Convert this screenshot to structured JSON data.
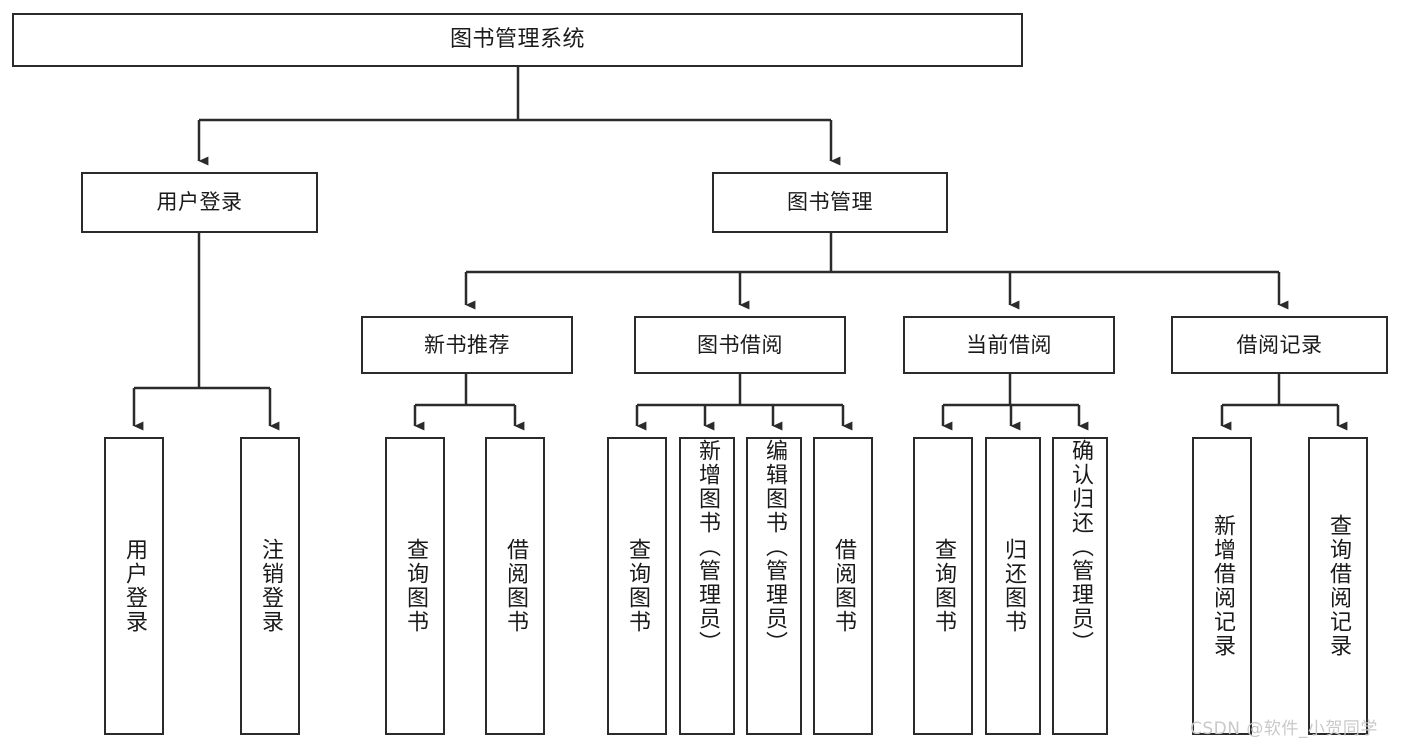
{
  "diagram": {
    "title": "图书管理系统",
    "watermark": "CSDN @软件_小贺同学",
    "stroke_color": "#2b2b2b",
    "fill_color": "#ffffff",
    "text_color": "#1a1a1a",
    "watermark_color": "#c9c9c9"
  },
  "nodes": {
    "root": {
      "label": "图书管理系统"
    },
    "level2": [
      {
        "label": "用户登录"
      },
      {
        "label": "图书管理"
      }
    ],
    "level3": [
      {
        "label": "新书推荐"
      },
      {
        "label": "图书借阅"
      },
      {
        "label": "当前借阅"
      },
      {
        "label": "借阅记录"
      }
    ],
    "leaves": {
      "user_login": [
        {
          "label": "用户登录"
        },
        {
          "label": "注销登录"
        }
      ],
      "new_book": [
        {
          "label": "查询图书"
        },
        {
          "label": "借阅图书"
        }
      ],
      "book_borrow": [
        {
          "label": "查询图书"
        },
        {
          "label": "新增图书（管理员）"
        },
        {
          "label": "编辑图书（管理员）"
        },
        {
          "label": "借阅图书"
        }
      ],
      "current_borrow": [
        {
          "label": "查询图书"
        },
        {
          "label": "归还图书"
        },
        {
          "label": "确认归还（管理员）"
        }
      ],
      "borrow_record": [
        {
          "label": "新增借阅记录"
        },
        {
          "label": "查询借阅记录"
        }
      ]
    }
  },
  "chart_data": {
    "type": "diagram",
    "diagram_type": "tree-hierarchy",
    "title": "图书管理系统",
    "orientation": "top-down",
    "tree": {
      "label": "图书管理系统",
      "children": [
        {
          "label": "用户登录",
          "children": [
            {
              "label": "用户登录"
            },
            {
              "label": "注销登录"
            }
          ]
        },
        {
          "label": "图书管理",
          "children": [
            {
              "label": "新书推荐",
              "children": [
                {
                  "label": "查询图书"
                },
                {
                  "label": "借阅图书"
                }
              ]
            },
            {
              "label": "图书借阅",
              "children": [
                {
                  "label": "查询图书"
                },
                {
                  "label": "新增图书（管理员）"
                },
                {
                  "label": "编辑图书（管理员）"
                },
                {
                  "label": "借阅图书"
                }
              ]
            },
            {
              "label": "当前借阅",
              "children": [
                {
                  "label": "查询图书"
                },
                {
                  "label": "归还图书"
                },
                {
                  "label": "确认归还（管理员）"
                }
              ]
            },
            {
              "label": "借阅记录",
              "children": [
                {
                  "label": "新增借阅记录"
                },
                {
                  "label": "查询借阅记录"
                }
              ]
            }
          ]
        }
      ]
    }
  }
}
